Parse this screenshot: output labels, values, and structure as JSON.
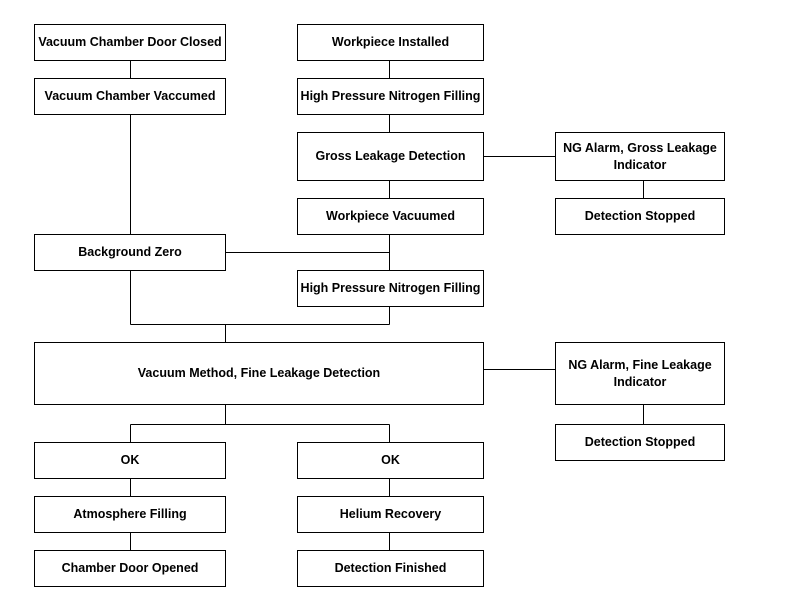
{
  "diagram": {
    "type": "flowchart",
    "nodes": {
      "door_closed": "Vacuum Chamber Door Closed",
      "chamber_vacuumed": "Vacuum Chamber Vaccumed",
      "workpiece_installed": "Workpiece Installed",
      "hp_nitrogen_filling_1": "High Pressure Nitrogen Filling",
      "gross_leak_detection": "Gross Leakage Detection",
      "ng_alarm_gross": "NG Alarm, Gross Leakage Indicator",
      "detection_stopped_1": "Detection Stopped",
      "workpiece_vacuumed": "Workpiece Vacuumed",
      "background_zero": "Background Zero",
      "hp_nitrogen_filling_2": "High Pressure Nitrogen Filling",
      "fine_leak_detection": "Vacuum Method, Fine Leakage Detection",
      "ng_alarm_fine": "NG Alarm, Fine Leakage Indicator",
      "detection_stopped_2": "Detection Stopped",
      "ok_left": "OK",
      "ok_right": "OK",
      "atmosphere_filling": "Atmosphere Filling",
      "helium_recovery": "Helium Recovery",
      "chamber_door_opened": "Chamber Door Opened",
      "detection_finished": "Detection Finished"
    }
  }
}
